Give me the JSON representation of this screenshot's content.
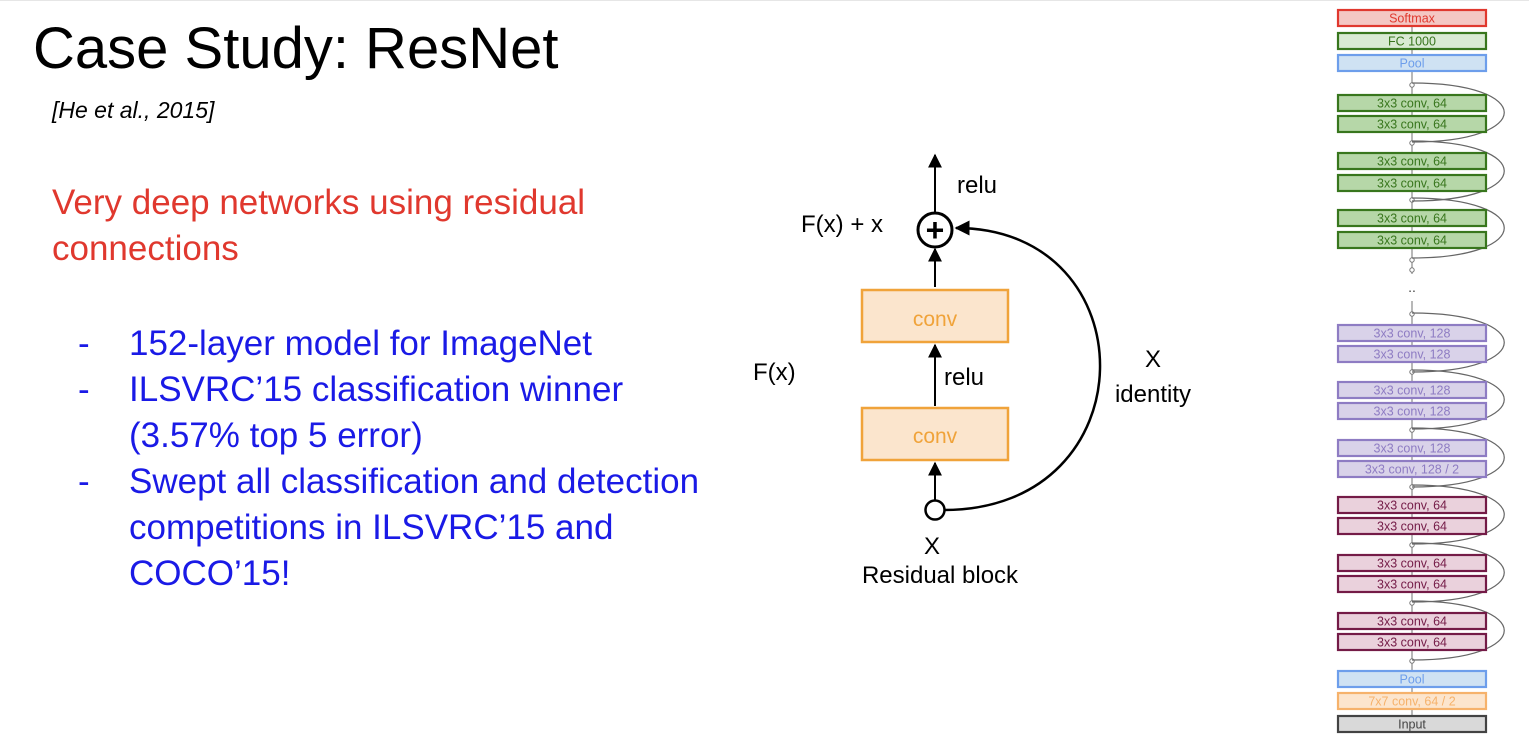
{
  "slide": {
    "title": "Case Study: ResNet",
    "citation": "[He et al., 2015]",
    "subtitle": "Very deep networks using residual connections",
    "bullets": [
      "152-layer model for ImageNet",
      "ILSVRC’15 classification winner (3.57% top 5 error)",
      "Swept all classification and detection competitions in ILSVRC’15 and COCO’15!"
    ],
    "bullet_marker": "-"
  },
  "residual_block": {
    "caption": "Residual block",
    "output_label": "F(x) + x",
    "top_relu_label": "relu",
    "middle_relu_label": "relu",
    "fx_label": "F(x)",
    "plus_symbol": "+",
    "conv_upper_label": "conv",
    "conv_lower_label": "conv",
    "input_label": "X",
    "skip_x_label": "X",
    "skip_identity_label": "identity",
    "colors": {
      "conv_fill": "#fbe5cd",
      "conv_stroke": "#f0a33a",
      "conv_text": "#f0a33a"
    }
  },
  "architecture": {
    "layers_top_to_bottom": [
      {
        "label": "Softmax",
        "group": "softmax"
      },
      {
        "label": "FC 1000",
        "group": "fc"
      },
      {
        "label": "Pool",
        "group": "pool"
      },
      {
        "label": "3x3 conv, 64",
        "group": "green"
      },
      {
        "label": "3x3 conv, 64",
        "group": "green"
      },
      {
        "label": "3x3 conv, 64",
        "group": "green"
      },
      {
        "label": "3x3 conv, 64",
        "group": "green"
      },
      {
        "label": "3x3 conv, 64",
        "group": "green"
      },
      {
        "label": "3x3 conv, 64",
        "group": "green"
      },
      {
        "label": "3x3 conv, 128",
        "group": "lavender"
      },
      {
        "label": "3x3 conv, 128",
        "group": "lavender"
      },
      {
        "label": "3x3 conv, 128",
        "group": "lavender"
      },
      {
        "label": "3x3 conv, 128",
        "group": "lavender"
      },
      {
        "label": "3x3 conv, 128",
        "group": "lavender"
      },
      {
        "label": "3x3 conv, 128 / 2",
        "group": "lavender"
      },
      {
        "label": "3x3 conv, 64",
        "group": "maroon"
      },
      {
        "label": "3x3 conv, 64",
        "group": "maroon"
      },
      {
        "label": "3x3 conv, 64",
        "group": "maroon"
      },
      {
        "label": "3x3 conv, 64",
        "group": "maroon"
      },
      {
        "label": "3x3 conv, 64",
        "group": "maroon"
      },
      {
        "label": "3x3 conv, 64",
        "group": "maroon"
      },
      {
        "label": "Pool",
        "group": "pool"
      },
      {
        "label": "7x7 conv, 64 / 2",
        "group": "orange"
      },
      {
        "label": "Input",
        "group": "input"
      }
    ],
    "ellipsis": "..",
    "colors": {
      "softmax": {
        "fill": "#f4c7c3",
        "stroke": "#e0382e",
        "text": "#e0382e"
      },
      "fc": {
        "fill": "#d9ead3",
        "stroke": "#38761d",
        "text": "#38761d"
      },
      "pool": {
        "fill": "#cfe2f3",
        "stroke": "#6d9eeb",
        "text": "#6d9eeb"
      },
      "green": {
        "fill": "#b6d7a8",
        "stroke": "#38761d",
        "text": "#38761d"
      },
      "lavender": {
        "fill": "#d9d2e9",
        "stroke": "#8e7cc3",
        "text": "#8e7cc3"
      },
      "maroon": {
        "fill": "#ead1dc",
        "stroke": "#741b47",
        "text": "#741b47"
      },
      "orange": {
        "fill": "#fce5cd",
        "stroke": "#f6b26b",
        "text": "#f6b26b"
      },
      "input": {
        "fill": "#d9d9d9",
        "stroke": "#434343",
        "text": "#434343"
      }
    }
  }
}
